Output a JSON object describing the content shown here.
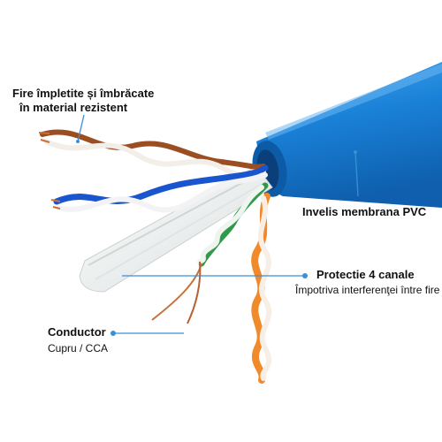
{
  "colors": {
    "jacket": "#1a82d8",
    "jacket_dark": "#0f63b3",
    "jacket_light": "#4aa6ee",
    "spline": "#eef2f2",
    "copper": "#c8703a",
    "orange": "#f08a2a",
    "blue_wire": "#1a55d0",
    "green_wire": "#2e9a4a",
    "brown_wire": "#9a4e22",
    "callout": "#3a8fd8"
  },
  "labels": {
    "twisted_wires_line1": "Fire împletite și îmbrăcate",
    "twisted_wires_line2": "în material rezistent",
    "jacket": "Invelis membrana PVC",
    "protection_title": "Protectie 4 canale",
    "protection_sub": "Împotriva interferenţei între fire",
    "conductor_title": "Conductor",
    "conductor_sub": "Cupru /  CCA"
  }
}
